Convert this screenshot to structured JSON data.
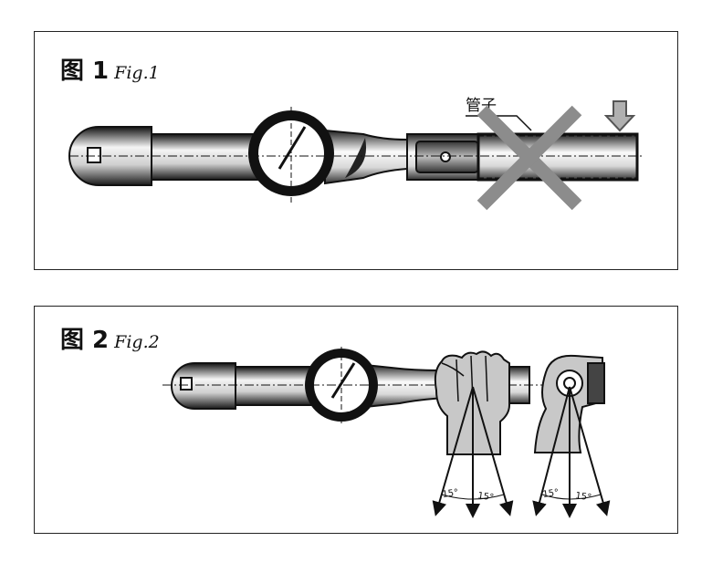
{
  "figure1": {
    "title_cn": "图 1",
    "title_en": "Fig.1",
    "label_pipe": "管子"
  },
  "figure2": {
    "title_cn": "图 2",
    "title_en": "Fig.2",
    "angle_labels": [
      "15°",
      "15°",
      "15°",
      "15°"
    ]
  },
  "colors": {
    "border": "#222222",
    "prohibit_cross": "#8c8c8c",
    "hand_fill": "#c8c8c8"
  },
  "icons": [
    "torque-wrench",
    "dial-gauge",
    "prohibition-cross",
    "down-arrow",
    "hand-grip",
    "angle-arrows"
  ]
}
